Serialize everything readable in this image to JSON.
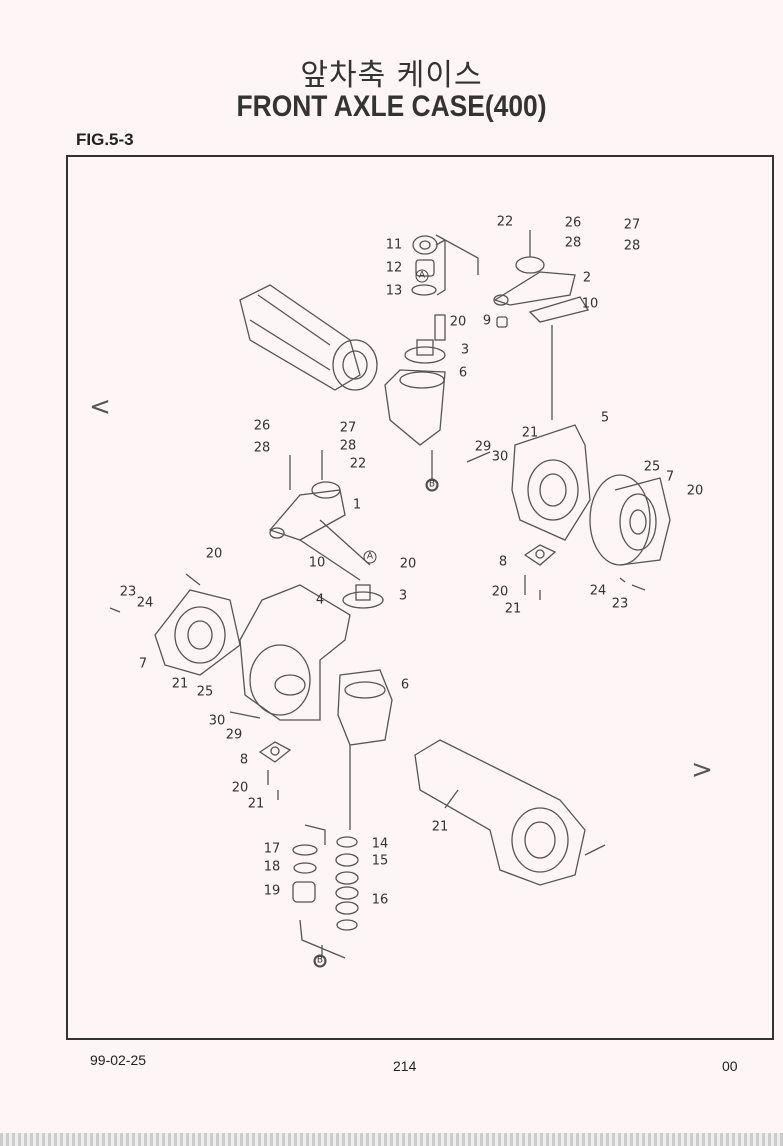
{
  "header": {
    "title_korean": "앞차축 케이스",
    "title_english": "FRONT AXLE CASE(400)",
    "figure": "FIG.5-3"
  },
  "callouts": [
    "22",
    "26",
    "27",
    "28",
    "28",
    "2",
    "10",
    "9",
    "11",
    "12",
    "13",
    "A",
    "20",
    "3",
    "6",
    "5",
    "21",
    "29",
    "30",
    "25",
    "7",
    "20",
    "8",
    "20",
    "21",
    "24",
    "23",
    "B",
    "26",
    "27",
    "28",
    "28",
    "22",
    "1",
    "10",
    "A",
    "20",
    "3",
    "4",
    "20",
    "23",
    "24",
    "7",
    "21",
    "25",
    "30",
    "29",
    "8",
    "20",
    "21",
    "6",
    "21",
    "17",
    "18",
    "19",
    "14",
    "15",
    "16",
    "B"
  ],
  "nav": {
    "prev": "<",
    "next": ">"
  },
  "footer": {
    "date": "99-02-25",
    "page": "214",
    "revision": "00"
  }
}
